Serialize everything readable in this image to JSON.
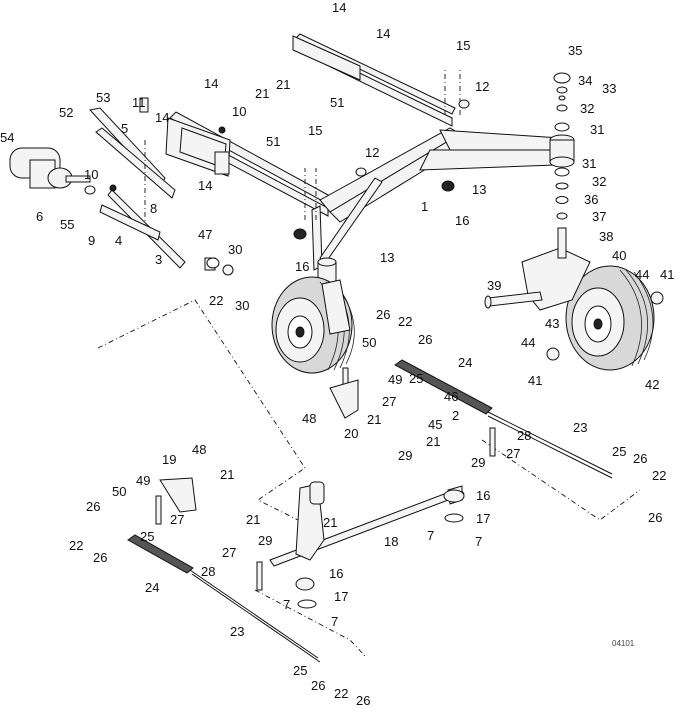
{
  "diagram": {
    "type": "exploded-parts-view",
    "figure_id": "04101",
    "callouts": [
      {
        "id": "c14a",
        "label": "14"
      },
      {
        "id": "c14b",
        "label": "14"
      },
      {
        "id": "c14c",
        "label": "14"
      },
      {
        "id": "c14d",
        "label": "14"
      },
      {
        "id": "c14e",
        "label": "14"
      },
      {
        "id": "c15a",
        "label": "15"
      },
      {
        "id": "c15b",
        "label": "15"
      },
      {
        "id": "c12a",
        "label": "12"
      },
      {
        "id": "c12b",
        "label": "12"
      },
      {
        "id": "c35",
        "label": "35"
      },
      {
        "id": "c34",
        "label": "34"
      },
      {
        "id": "c33",
        "label": "33"
      },
      {
        "id": "c32a",
        "label": "32"
      },
      {
        "id": "c31a",
        "label": "31"
      },
      {
        "id": "c31b",
        "label": "31"
      },
      {
        "id": "c32b",
        "label": "32"
      },
      {
        "id": "c36",
        "label": "36"
      },
      {
        "id": "c37",
        "label": "37"
      },
      {
        "id": "c38",
        "label": "38"
      },
      {
        "id": "c40",
        "label": "40"
      },
      {
        "id": "c44a",
        "label": "44"
      },
      {
        "id": "c41a",
        "label": "41"
      },
      {
        "id": "c39",
        "label": "39"
      },
      {
        "id": "c43",
        "label": "43"
      },
      {
        "id": "c44b",
        "label": "44"
      },
      {
        "id": "c41b",
        "label": "41"
      },
      {
        "id": "c42",
        "label": "42"
      },
      {
        "id": "c21a",
        "label": "21"
      },
      {
        "id": "c21b",
        "label": "21"
      },
      {
        "id": "c51a",
        "label": "51"
      },
      {
        "id": "c51b",
        "label": "51"
      },
      {
        "id": "c10a",
        "label": "10"
      },
      {
        "id": "c10b",
        "label": "10"
      },
      {
        "id": "c53",
        "label": "53"
      },
      {
        "id": "c52",
        "label": "52"
      },
      {
        "id": "c11",
        "label": "11"
      },
      {
        "id": "c5",
        "label": "5"
      },
      {
        "id": "c54",
        "label": "54"
      },
      {
        "id": "c6",
        "label": "6"
      },
      {
        "id": "c8",
        "label": "8"
      },
      {
        "id": "c55",
        "label": "55"
      },
      {
        "id": "c9",
        "label": "9"
      },
      {
        "id": "c4",
        "label": "4"
      },
      {
        "id": "c3",
        "label": "3"
      },
      {
        "id": "c47",
        "label": "47"
      },
      {
        "id": "c30a",
        "label": "30"
      },
      {
        "id": "c30b",
        "label": "30"
      },
      {
        "id": "c22a",
        "label": "22"
      },
      {
        "id": "c1",
        "label": "1"
      },
      {
        "id": "c13a",
        "label": "13"
      },
      {
        "id": "c13b",
        "label": "13"
      },
      {
        "id": "c16a",
        "label": "16"
      },
      {
        "id": "c16b",
        "label": "16"
      },
      {
        "id": "c26a",
        "label": "26"
      },
      {
        "id": "c22b",
        "label": "22"
      },
      {
        "id": "c26b",
        "label": "26"
      },
      {
        "id": "c50a",
        "label": "50"
      },
      {
        "id": "c49a",
        "label": "49"
      },
      {
        "id": "c25a",
        "label": "25"
      },
      {
        "id": "c24a",
        "label": "24"
      },
      {
        "id": "c27a",
        "label": "27"
      },
      {
        "id": "c48a",
        "label": "48"
      },
      {
        "id": "c21c",
        "label": "21"
      },
      {
        "id": "c20",
        "label": "20"
      },
      {
        "id": "c46",
        "label": "46"
      },
      {
        "id": "c2",
        "label": "2"
      },
      {
        "id": "c45",
        "label": "45"
      },
      {
        "id": "c28a",
        "label": "28"
      },
      {
        "id": "c21d",
        "label": "21"
      },
      {
        "id": "c29a",
        "label": "29"
      },
      {
        "id": "c29b",
        "label": "29"
      },
      {
        "id": "c27b",
        "label": "27"
      },
      {
        "id": "c23a",
        "label": "23"
      },
      {
        "id": "c25b",
        "label": "25"
      },
      {
        "id": "c26c",
        "label": "26"
      },
      {
        "id": "c22c",
        "label": "22"
      },
      {
        "id": "c26d",
        "label": "26"
      },
      {
        "id": "c16c",
        "label": "16"
      },
      {
        "id": "c17a",
        "label": "17"
      },
      {
        "id": "c7a",
        "label": "7"
      },
      {
        "id": "c7b",
        "label": "7"
      },
      {
        "id": "c18",
        "label": "18"
      },
      {
        "id": "c48b",
        "label": "48"
      },
      {
        "id": "c19",
        "label": "19"
      },
      {
        "id": "c21e",
        "label": "21"
      },
      {
        "id": "c49b",
        "label": "49"
      },
      {
        "id": "c50b",
        "label": "50"
      },
      {
        "id": "c27c",
        "label": "27"
      },
      {
        "id": "c26e",
        "label": "26"
      },
      {
        "id": "c22d",
        "label": "22"
      },
      {
        "id": "c25c",
        "label": "25"
      },
      {
        "id": "c26f",
        "label": "26"
      },
      {
        "id": "c24b",
        "label": "24"
      },
      {
        "id": "c21f",
        "label": "21"
      },
      {
        "id": "c21g",
        "label": "21"
      },
      {
        "id": "c29c",
        "label": "29"
      },
      {
        "id": "c27d",
        "label": "27"
      },
      {
        "id": "c28b",
        "label": "28"
      },
      {
        "id": "c16d",
        "label": "16"
      },
      {
        "id": "c17b",
        "label": "17"
      },
      {
        "id": "c7c",
        "label": "7"
      },
      {
        "id": "c7d",
        "label": "7"
      },
      {
        "id": "c23b",
        "label": "23"
      },
      {
        "id": "c25d",
        "label": "25"
      },
      {
        "id": "c26g",
        "label": "26"
      },
      {
        "id": "c22e",
        "label": "22"
      },
      {
        "id": "c26h",
        "label": "26"
      }
    ]
  }
}
